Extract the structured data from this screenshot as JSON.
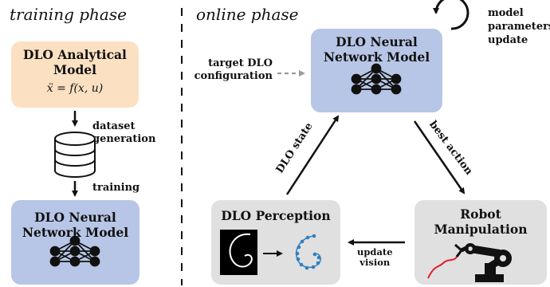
{
  "training": {
    "title": "training phase",
    "analytical_box": {
      "line1": "DLO Analytical",
      "line2": "Model",
      "equation": "ẍ = f(x, u)"
    },
    "dataset_label_1": "dataset",
    "dataset_label_2": "generation",
    "training_label": "training",
    "nn_box": {
      "line1": "DLO Neural",
      "line2": "Network Model"
    }
  },
  "online": {
    "title": "online phase",
    "nn_box": {
      "line1": "DLO Neural",
      "line2": "Network Model"
    },
    "target_label_1": "target DLO",
    "target_label_2": "configuration",
    "update_label_1": "model",
    "update_label_2": "parameters",
    "update_label_3": "update",
    "state_label": "DLO state",
    "action_label": "best action",
    "perception_box": {
      "title": "DLO Perception"
    },
    "robot_box": {
      "line1": "Robot",
      "line2": "Manipulation"
    },
    "vision_label_1": "update",
    "vision_label_2": "vision"
  },
  "colors": {
    "analytical_fill": "#fce0c2",
    "nn_fill": "#b7c6e6",
    "gray_fill": "#e0e0e0",
    "dashed_arrow": "#9a9a9a",
    "curve_blue": "#2f7fc0",
    "wire_red": "#e0202a"
  }
}
